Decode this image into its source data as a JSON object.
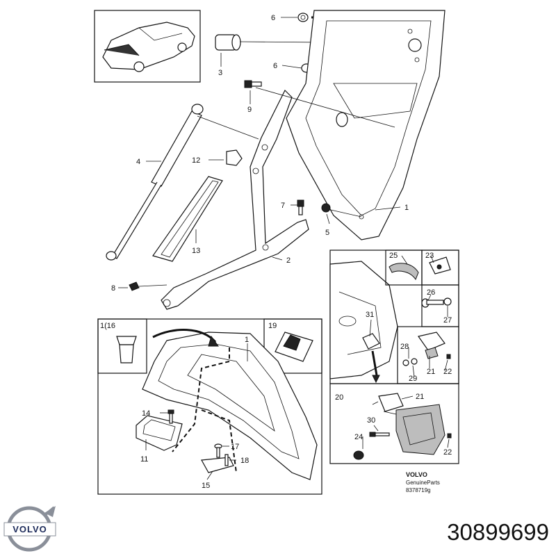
{
  "labels": [
    {
      "id": "6a",
      "text": "6"
    },
    {
      "id": "3",
      "text": "3"
    },
    {
      "id": "6b",
      "text": "6"
    },
    {
      "id": "9",
      "text": "9"
    },
    {
      "id": "4",
      "text": "4"
    },
    {
      "id": "12",
      "text": "12"
    },
    {
      "id": "7",
      "text": "7"
    },
    {
      "id": "13",
      "text": "13"
    },
    {
      "id": "5",
      "text": "5"
    },
    {
      "id": "1a",
      "text": "1"
    },
    {
      "id": "2",
      "text": "2"
    },
    {
      "id": "8",
      "text": "8"
    },
    {
      "id": "16",
      "text": "1(16"
    },
    {
      "id": "1b",
      "text": "1"
    },
    {
      "id": "19",
      "text": "19"
    },
    {
      "id": "14",
      "text": "14"
    },
    {
      "id": "11",
      "text": "11"
    },
    {
      "id": "17",
      "text": "17"
    },
    {
      "id": "18",
      "text": "18"
    },
    {
      "id": "15",
      "text": "15"
    },
    {
      "id": "25",
      "text": "25"
    },
    {
      "id": "23",
      "text": "23"
    },
    {
      "id": "26",
      "text": "26"
    },
    {
      "id": "27",
      "text": "27"
    },
    {
      "id": "31",
      "text": "31"
    },
    {
      "id": "28",
      "text": "28"
    },
    {
      "id": "21a",
      "text": "21"
    },
    {
      "id": "22a",
      "text": "22"
    },
    {
      "id": "29",
      "text": "29"
    },
    {
      "id": "20",
      "text": "20"
    },
    {
      "id": "21b",
      "text": "21"
    },
    {
      "id": "30",
      "text": "30"
    },
    {
      "id": "24",
      "text": "24"
    },
    {
      "id": "22b",
      "text": "22"
    }
  ],
  "footer": {
    "brand": "VOLVO",
    "genuine": "GenuineParts",
    "code": "8378719g"
  },
  "logo": {
    "text": "VOLVO"
  },
  "part_number": "30899699"
}
